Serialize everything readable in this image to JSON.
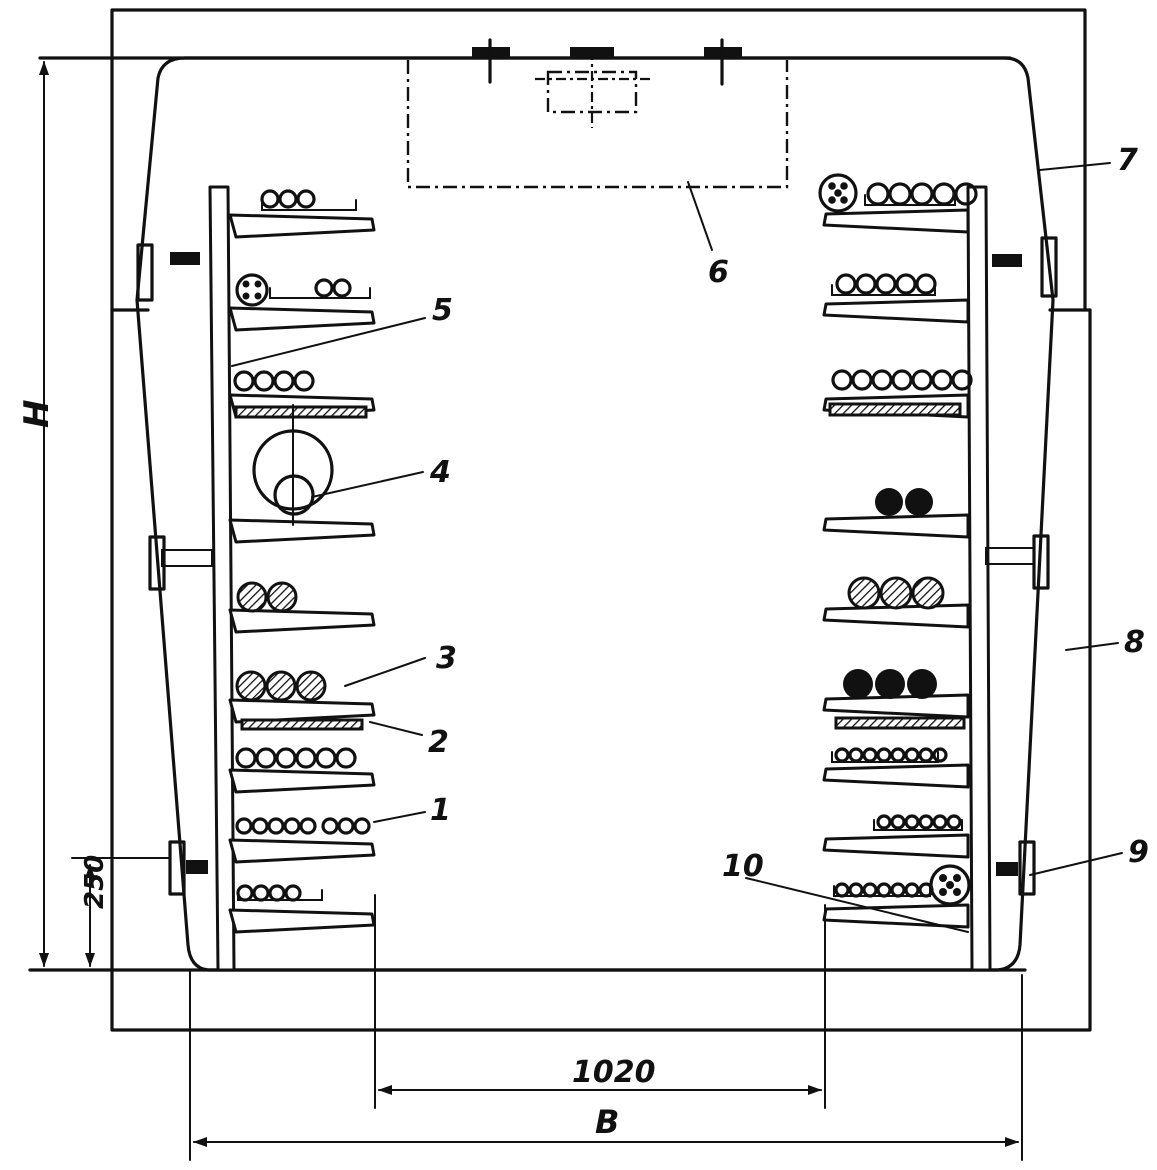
{
  "figure": {
    "labels": {
      "n1": "1",
      "n2": "2",
      "n3": "3",
      "n4": "4",
      "n5": "5",
      "n6": "6",
      "n7": "7",
      "n8": "8",
      "n9": "9",
      "n10": "10"
    },
    "dimensions": {
      "height_symbol": "H",
      "width_symbol": "B",
      "passage_width": "1020",
      "bottom_offset": "250"
    }
  }
}
